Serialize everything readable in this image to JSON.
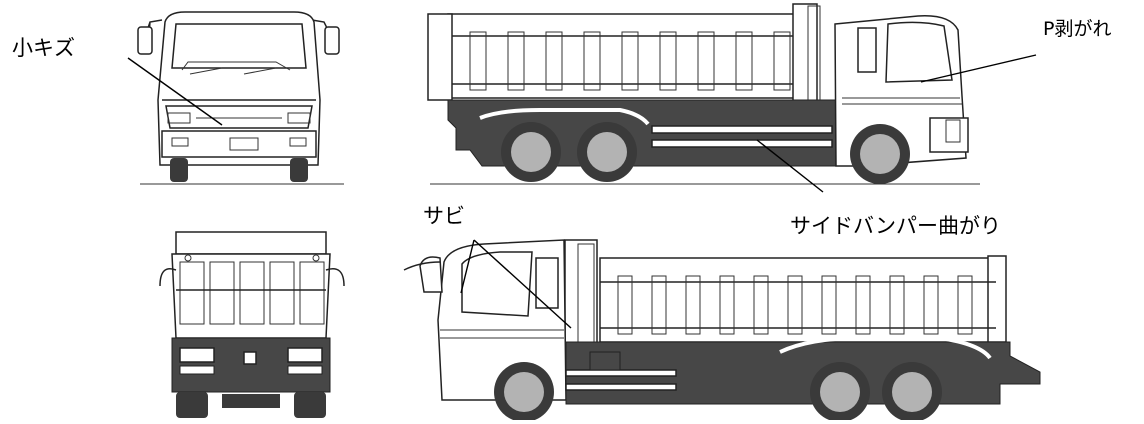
{
  "annotations": {
    "small_scratch": "小キズ",
    "paint_peeling": "P剥がれ",
    "side_bumper_bent": "サイドバンパー曲がり",
    "rust": "サビ"
  },
  "colors": {
    "body_line": "#222222",
    "dark_chassis": "#474747",
    "tire": "#3a3a3a",
    "hub": "#b3b3b3",
    "background": "#ffffff"
  }
}
